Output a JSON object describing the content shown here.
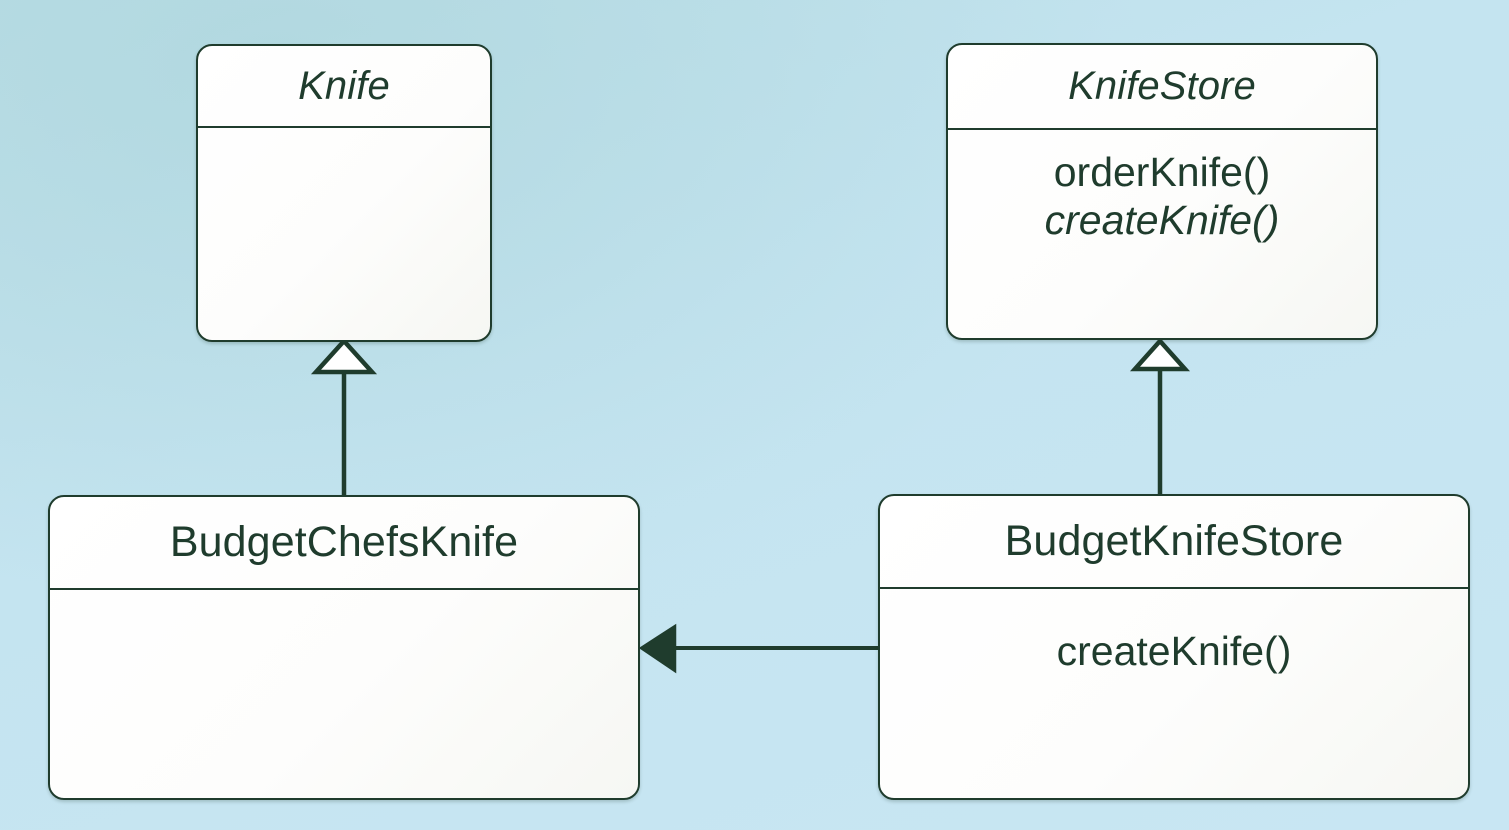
{
  "diagram": {
    "title": "Knife Factory Method UML class diagram",
    "type": "uml-class-diagram",
    "background_color": "#c4e4f0",
    "line_color": "#1f3c2d",
    "box_fill_color": "#ffffff",
    "text_color": "#1f3c2d"
  },
  "classes": [
    {
      "id": "knife",
      "name": "Knife",
      "abstract": true,
      "members": []
    },
    {
      "id": "knifestore",
      "name": "KnifeStore",
      "abstract": true,
      "members": [
        {
          "label": "orderKnife()",
          "abstract": false
        },
        {
          "label": "createKnife()",
          "abstract": true
        }
      ]
    },
    {
      "id": "budgetchefsknife",
      "name": "BudgetChefsKnife",
      "abstract": false,
      "members": []
    },
    {
      "id": "budgetknifestore",
      "name": "BudgetKnifeStore",
      "abstract": false,
      "members": [
        {
          "label": "createKnife()",
          "abstract": false
        }
      ]
    }
  ],
  "relationships": [
    {
      "id": "rel-inherit-knife",
      "type": "generalization",
      "from": "budgetchefsknife",
      "to": "knife",
      "arrowhead": "hollow-triangle",
      "label": ""
    },
    {
      "id": "rel-inherit-knifestore",
      "type": "generalization",
      "from": "budgetknifestore",
      "to": "knifestore",
      "arrowhead": "hollow-triangle",
      "label": ""
    },
    {
      "id": "rel-creates",
      "type": "association",
      "from": "budgetknifestore",
      "to": "budgetchefsknife",
      "arrowhead": "filled-triangle",
      "label": ""
    }
  ]
}
